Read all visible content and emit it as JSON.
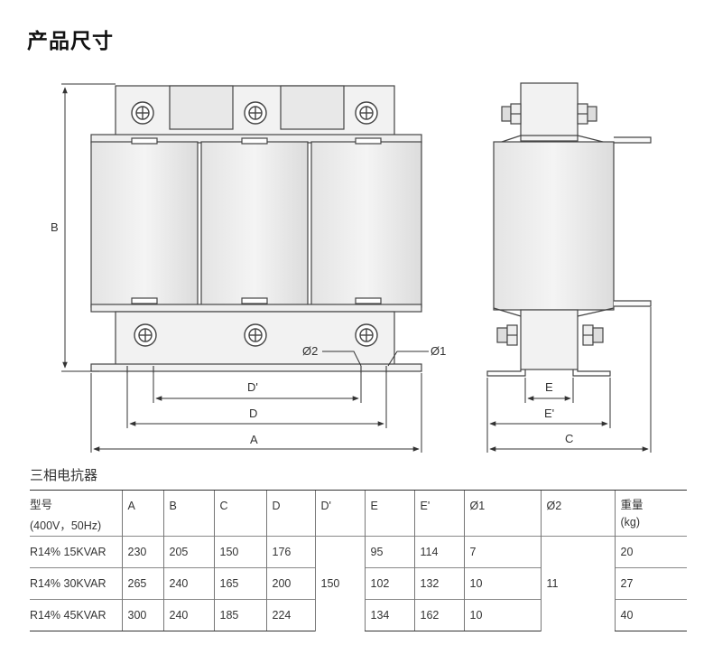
{
  "page_title": "产品尺寸",
  "section_title": "三相电抗器",
  "drawing": {
    "labels": {
      "A": "A",
      "B": "B",
      "C": "C",
      "D": "D",
      "D_prime": "D'",
      "E": "E",
      "E_prime": "E'",
      "phi1": "Ø1",
      "phi2": "Ø2"
    }
  },
  "table": {
    "header_top": [
      "型号",
      "A",
      "B",
      "C",
      "D",
      "D'",
      "E",
      "E'",
      "Ø1",
      "Ø2",
      "重量"
    ],
    "header_sub": [
      "(400V，50Hz)",
      "(kg)"
    ],
    "rows": [
      {
        "model": "R14% 15KVAR",
        "A": "230",
        "B": "205",
        "C": "150",
        "D": "176",
        "E": "95",
        "E_prime": "114",
        "phi1": "7",
        "weight": "20"
      },
      {
        "model": "R14% 30KVAR",
        "A": "265",
        "B": "240",
        "C": "165",
        "D": "200",
        "E": "102",
        "E_prime": "132",
        "phi1": "10",
        "weight": "27"
      },
      {
        "model": "R14% 45KVAR",
        "A": "300",
        "B": "240",
        "C": "185",
        "D": "224",
        "E": "134",
        "E_prime": "162",
        "phi1": "10",
        "weight": "40"
      }
    ],
    "D_prime_shared": "150",
    "phi2_shared": "11"
  }
}
